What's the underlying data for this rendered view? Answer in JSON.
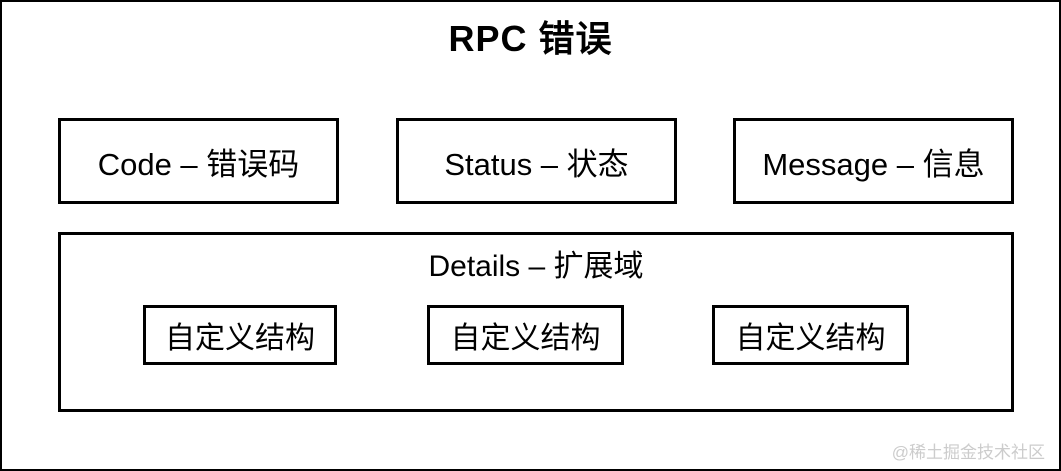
{
  "diagram": {
    "title": "RPC 错误",
    "top_boxes": [
      {
        "label": "Code – 错误码"
      },
      {
        "label": "Status – 状态"
      },
      {
        "label": "Message – 信息"
      }
    ],
    "details": {
      "label": "Details – 扩展域",
      "children": [
        {
          "label": "自定义结构"
        },
        {
          "label": "自定义结构"
        },
        {
          "label": "自定义结构"
        }
      ]
    },
    "watermark": "@稀土掘金技术社区",
    "colors": {
      "line": "#000000",
      "background": "#ffffff",
      "watermark_text": "#cccccc"
    }
  }
}
